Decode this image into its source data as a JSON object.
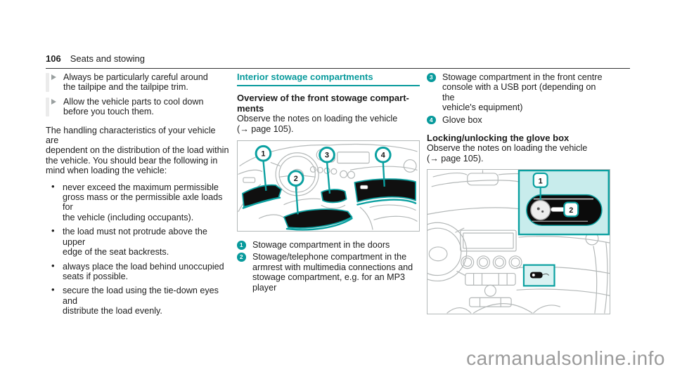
{
  "page": {
    "number": "106",
    "section_title": "Seats and stowing",
    "watermark": "carmanualsonline.info",
    "bullet_char": "•"
  },
  "colors": {
    "teal": "#089a9c",
    "teal_light": "#c8ecec",
    "line_gray": "#b4b8b8",
    "compartment_black": "#101010"
  },
  "left": {
    "warnings": [
      {
        "text": "Always be particularly careful around\nthe tailpipe and the tailpipe trim."
      },
      {
        "text": "Allow the vehicle parts to cool down\nbefore you touch them."
      }
    ],
    "paragraph": "The handling characteristics of your vehicle are\ndependent on the distribution of the load within\nthe vehicle. You should bear the following in\nmind when loading the vehicle:",
    "bullets": [
      "never exceed the maximum permissible\ngross mass or the permissible axle loads for\nthe vehicle (including occupants).",
      "the load must not protrude above the upper\nedge of the seat backrests.",
      "always place the load behind unoccupied\nseats if possible.",
      "secure the load using the tie-down eyes and\ndistribute the load evenly."
    ]
  },
  "mid": {
    "heading": "Interior stowage compartments",
    "subheading": "Overview of the front stowage compart-\nments",
    "note": "Observe the notes on loading the vehicle\n(→ page 105).",
    "figure": {
      "description": "front-stowage-compartments-overview",
      "callouts": [
        "1",
        "2",
        "3",
        "4"
      ]
    },
    "legend": [
      {
        "num": "1",
        "text": "Stowage compartment in the doors"
      },
      {
        "num": "2",
        "text": "Stowage/telephone compartment in the\narmrest with multimedia connections and\nstowage compartment, e.g. for an MP3\nplayer"
      }
    ]
  },
  "right": {
    "legend": [
      {
        "num": "3",
        "text": "Stowage compartment in the front centre\nconsole with a USB port (depending on the\nvehicle's equipment)"
      },
      {
        "num": "4",
        "text": "Glove box"
      }
    ],
    "heading": "Locking/unlocking the glove box",
    "note": "Observe the notes on loading the vehicle\n(→ page 105).",
    "figure": {
      "description": "glove-box-lock-detail",
      "callouts": [
        "1",
        "2"
      ]
    }
  }
}
